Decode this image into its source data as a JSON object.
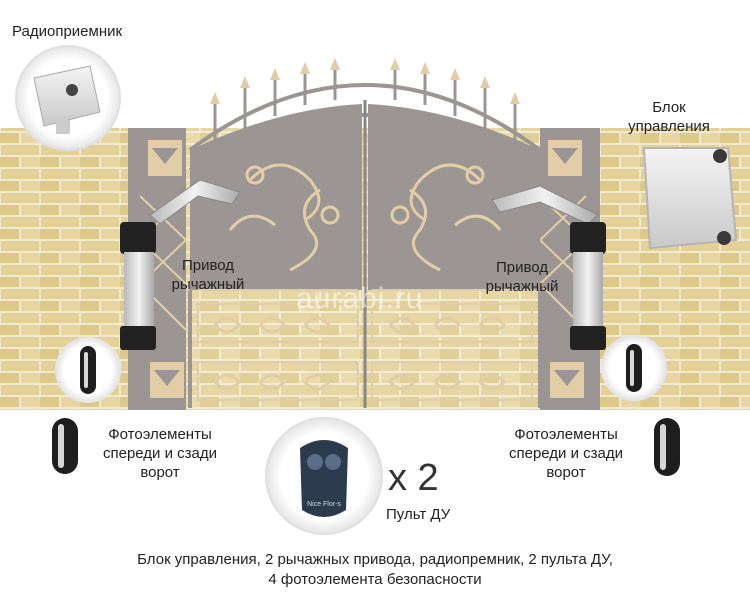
{
  "labels": {
    "radio_receiver": "Радиоприемник",
    "control_unit": "Блок управления",
    "drive_left": "Привод рычажный",
    "drive_right": "Привод рычажный",
    "photo_left": "Фотоэлементы спереди и сзади ворот",
    "photo_right": "Фотоэлементы спереди и сзади ворот",
    "multiplier": "x 2",
    "remote": "Пульт ДУ",
    "summary_line1": "Блок управления, 2 рычажных привода, радиопремник, 2 пульта ДУ,",
    "summary_line2": "4 фотоэлемента безопасности"
  },
  "watermark": "aurabi.ru",
  "remote_brand": "Nice Flor-s",
  "colors": {
    "brick": "#e3d197",
    "mortar": "#f1ead0",
    "gate_panel": "#8e8884",
    "gold_ornament": "#dfc69a",
    "silver": "#d9d9d9"
  }
}
